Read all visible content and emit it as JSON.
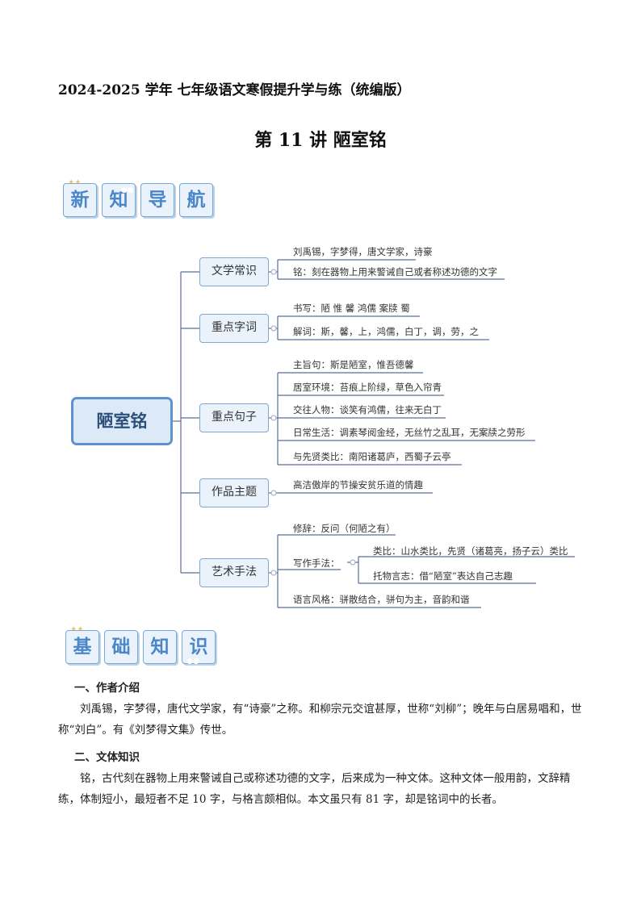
{
  "header": {
    "doc_title": "2024-2025 学年  七年级语文寒假提升学与练（统编版）",
    "lesson_title": "第 11 讲  陋室铭"
  },
  "banner1": {
    "chars": [
      "新",
      "知",
      "导",
      "航"
    ]
  },
  "banner2": {
    "chars": [
      "基",
      "础",
      "知",
      "识"
    ]
  },
  "mindmap": {
    "root": "陋室铭",
    "branches": [
      {
        "label": "文学常识",
        "leaves": [
          "刘禹锡，字梦得，唐文学家，诗豪",
          "铭：刻在器物上用来警诫自己或者称述功德的文字"
        ]
      },
      {
        "label": "重点字词",
        "leaves": [
          "书写：陋  惟  馨  鸿儒  案牍  蜀",
          "解词：斯，馨，上，鸿儒，白丁，调，劳，之"
        ]
      },
      {
        "label": "重点句子",
        "leaves": [
          "主旨句：斯是陋室，惟吾德馨",
          "居室环境：苔痕上阶绿，草色入帘青",
          "交往人物：谈笑有鸿儒，往来无白丁",
          "日常生活：调素琴阅金经，无丝竹之乱耳，无案牍之劳形",
          "与先贤类比：南阳诸葛庐，西蜀子云亭"
        ]
      },
      {
        "label": "作品主题",
        "leaves": [
          "高洁傲岸的节操安贫乐道的情趣"
        ]
      },
      {
        "label": "艺术手法",
        "leaves": [
          "修辞：反问（何陋之有）",
          "写作手法：",
          "语言风格：骈散结合，骈句为主，音韵和谐"
        ],
        "subleaves": [
          "类比：山水类比，先贤（诸葛亮，扬子云）类比",
          "托物言志：借“陋室”表达自己志趣"
        ]
      }
    ]
  },
  "body": {
    "section1_heading": "一、作者介绍",
    "section1_text": "刘禹锡，字梦得，唐代文学家，有“诗豪”之称。和柳宗元交谊甚厚，世称“刘柳”；晚年与白居易唱和，世称“刘白”。有《刘梦得文集》传世。",
    "section2_heading": "二、文体知识",
    "section2_text": "铭，古代刻在器物上用来警诫自己或称述功德的文字，后来成为一种文体。这种文体一般用韵，文辞精练，体制短小，最短者不足 10 字，与格言颇相似。本文虽只有 81 字，却是铭词中的长者。"
  },
  "colors": {
    "accent": "#4a86c8",
    "node_border": "#5f93cd",
    "line": "#5b6f99"
  }
}
